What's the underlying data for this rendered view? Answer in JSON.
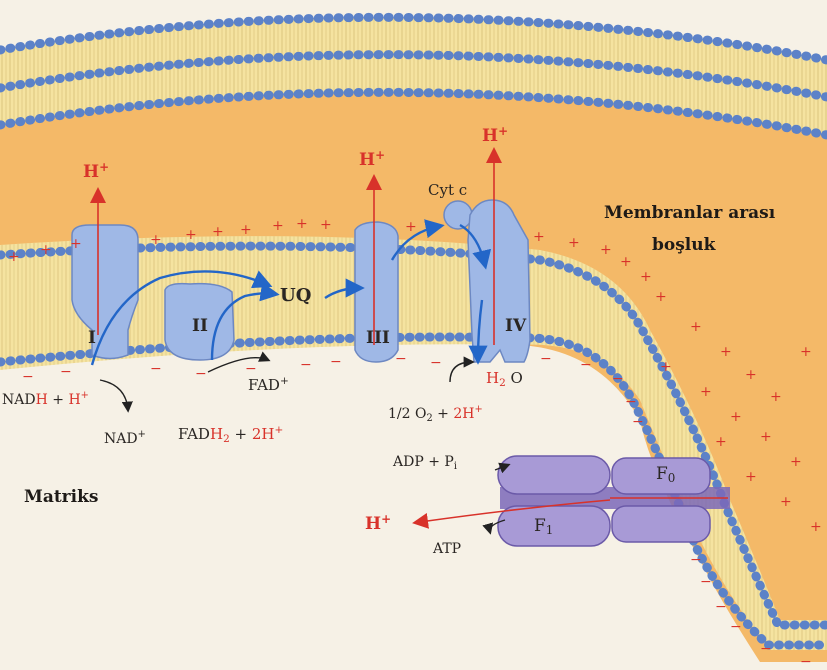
{
  "labels": {
    "intermembrane_space": [
      "Membranlar arası",
      "boşluk"
    ],
    "matrix": "Matriks",
    "complexes": [
      "I",
      "II",
      "III",
      "IV"
    ],
    "ubiquinone": "UQ",
    "cyt_c": "Cyt c",
    "h_plus": "H",
    "plus_sign": "+",
    "minus_sign": "−",
    "nad_part": "NAD",
    "nad_h": "H",
    "plus_join": " + ",
    "nad_plus": "NAD",
    "fad_plus": "FAD",
    "fad_part": "FAD",
    "fad_h2": "H",
    "two": "2",
    "two_h": "2H",
    "half": "1/2",
    "o2": "O",
    "h2o_h": "H",
    "h2o_o": " O",
    "adp_pi": "ADP + P",
    "pi_sub": "i",
    "atp": "ATP",
    "f0": "F",
    "f0_sub": "0",
    "f1": "F",
    "f1_sub": "1"
  },
  "colors": {
    "background": "#f6f1e6",
    "intermembrane": "#f4b968",
    "membrane_core": "#f5e3a0",
    "head_group": "#5c82c8",
    "protein": "#9fb8e6",
    "protein_edge": "#6d88c2",
    "atp_synthase": "#a89ad6",
    "atp_synthase_dark": "#7b69b8",
    "electron_arrow": "#2366c8",
    "proton_arrow": "#d8322a"
  },
  "icons": [
    "electron-flow-arrow",
    "proton-pump-arrow"
  ]
}
